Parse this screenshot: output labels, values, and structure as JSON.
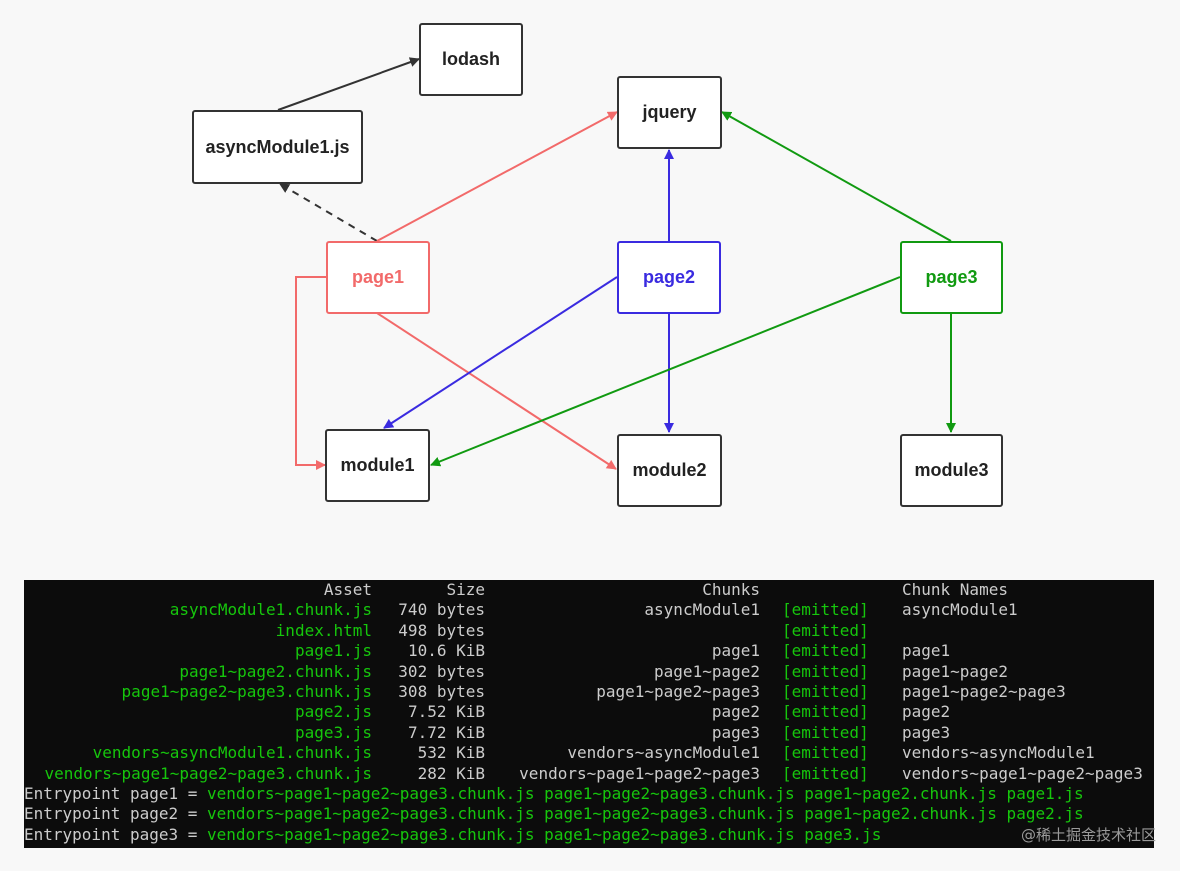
{
  "diagram": {
    "nodes": {
      "lodash": "lodash",
      "asyncModule1": "asyncModule1.js",
      "jquery": "jquery",
      "page1": "page1",
      "page2": "page2",
      "page3": "page3",
      "module1": "module1",
      "module2": "module2",
      "module3": "module3"
    },
    "colors": {
      "page1": "#f26a6a",
      "page2": "#3a2be0",
      "page3": "#119a11",
      "neutral": "#333333"
    }
  },
  "terminal": {
    "headers": [
      "Asset",
      "Size",
      "Chunks",
      "",
      "Chunk Names"
    ],
    "rows": [
      {
        "asset": "asyncModule1.chunk.js",
        "size": "740 bytes",
        "chunks": "asyncModule1",
        "status": "[emitted]",
        "names": "asyncModule1"
      },
      {
        "asset": "index.html",
        "size": "498 bytes",
        "chunks": "",
        "status": "[emitted]",
        "names": ""
      },
      {
        "asset": "page1.js",
        "size": "10.6 KiB",
        "chunks": "page1",
        "status": "[emitted]",
        "names": "page1"
      },
      {
        "asset": "page1~page2.chunk.js",
        "size": "302 bytes",
        "chunks": "page1~page2",
        "status": "[emitted]",
        "names": "page1~page2"
      },
      {
        "asset": "page1~page2~page3.chunk.js",
        "size": "308 bytes",
        "chunks": "page1~page2~page3",
        "status": "[emitted]",
        "names": "page1~page2~page3"
      },
      {
        "asset": "page2.js",
        "size": "7.52 KiB",
        "chunks": "page2",
        "status": "[emitted]",
        "names": "page2"
      },
      {
        "asset": "page3.js",
        "size": "7.72 KiB",
        "chunks": "page3",
        "status": "[emitted]",
        "names": "page3"
      },
      {
        "asset": "vendors~asyncModule1.chunk.js",
        "size": "532 KiB",
        "chunks": "vendors~asyncModule1",
        "status": "[emitted]",
        "names": "vendors~asyncModule1"
      },
      {
        "asset": "vendors~page1~page2~page3.chunk.js",
        "size": "282 KiB",
        "chunks": "vendors~page1~page2~page3",
        "status": "[emitted]",
        "names": "vendors~page1~page2~page3"
      }
    ],
    "entrypoints": [
      {
        "label": "Entrypoint page1 = ",
        "files": "vendors~page1~page2~page3.chunk.js page1~page2~page3.chunk.js page1~page2.chunk.js page1.js"
      },
      {
        "label": "Entrypoint page2 = ",
        "files": "vendors~page1~page2~page3.chunk.js page1~page2~page3.chunk.js page1~page2.chunk.js page2.js"
      },
      {
        "label": "Entrypoint page3 = ",
        "files": "vendors~page1~page2~page3.chunk.js page1~page2~page3.chunk.js page3.js"
      }
    ],
    "colors": {
      "green": "#16c60c",
      "text": "#cccccc",
      "background": "#0c0c0c"
    }
  },
  "watermark": "@稀土掘金技术社区"
}
